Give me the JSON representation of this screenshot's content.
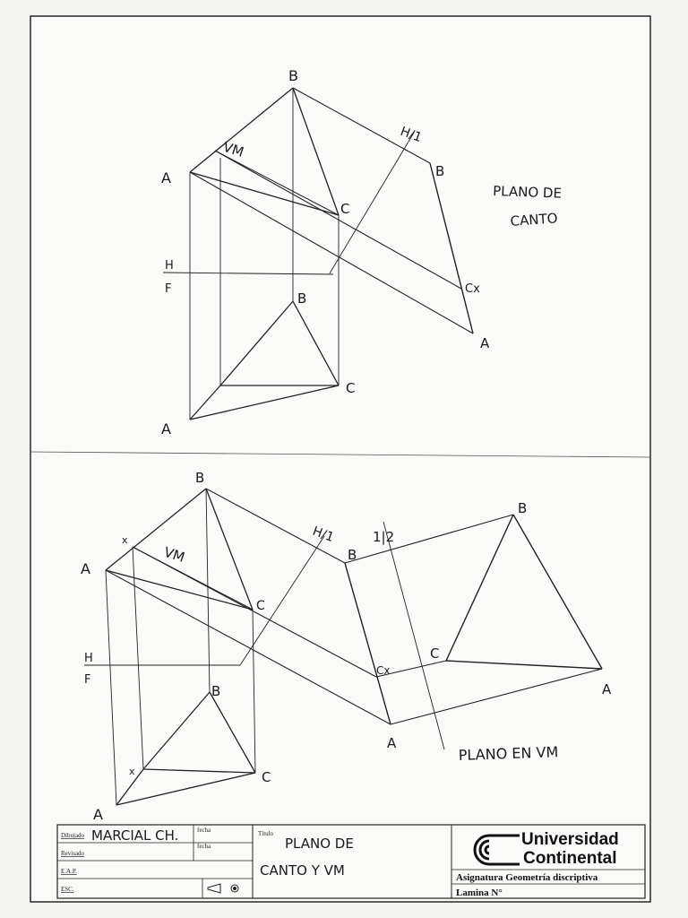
{
  "top_diagram": {
    "label_B_top": "B",
    "label_A_top": "A",
    "label_C_top": "C",
    "label_vm": "VM",
    "label_h1": "H/1",
    "label_B_right": "B",
    "label_C_right": "Cx",
    "label_A_right": "A",
    "label_H": "H",
    "label_F": "F",
    "label_B_front": "B",
    "label_C_front": "C",
    "label_A_front": "A",
    "title_line1": "PLANO DE",
    "title_line2": "CANTO"
  },
  "bottom_diagram": {
    "label_B_top": "B",
    "label_x_top": "x",
    "label_vm": "VM",
    "label_A_top": "A",
    "label_C_top": "C",
    "label_h1": "H/1",
    "label_B_mid": "B",
    "label_12": "1|2",
    "label_B_far": "B",
    "label_Cx_mid": "Cx",
    "label_C_far": "C",
    "label_A_far": "A",
    "label_A_mid": "A",
    "label_H": "H",
    "label_F": "F",
    "label_B_front": "B",
    "label_x_front": "x",
    "label_C_front": "C",
    "label_A_front": "A",
    "title": "PLANO EN VM"
  },
  "title_block": {
    "dibujado_label": "Dibujado",
    "dibujado_value": "MARCIAL CH.",
    "fecha_label_1": "fecha",
    "revisado_label": "Revisado",
    "fecha_label_2": "fecha",
    "eap_label": "E.A.P.",
    "esc_label": "ESC.",
    "titulo_label": "Título",
    "titulo_line1": "PLANO DE",
    "titulo_line2": "CANTO Y VM",
    "university_line1": "Universidad",
    "university_line2": "Continental",
    "asignatura": "Asignatura Geometría discriptiva",
    "lamina": "Lamina N°"
  }
}
